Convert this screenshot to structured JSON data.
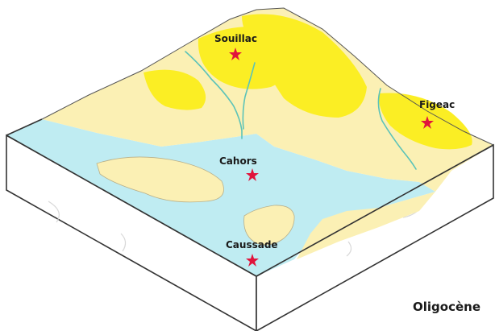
{
  "title": "Oligocène",
  "towns": {
    "souillac": "Souillac",
    "figeac": "Figeac",
    "cahors": "Cahors",
    "caussade": "Caussade"
  },
  "colors": {
    "marker": "#e0143c",
    "lake": "#bfecf2",
    "land": "#fbf0b4",
    "relief": "#fbee24",
    "river": "#5cc3b8",
    "outline": "#333333"
  }
}
